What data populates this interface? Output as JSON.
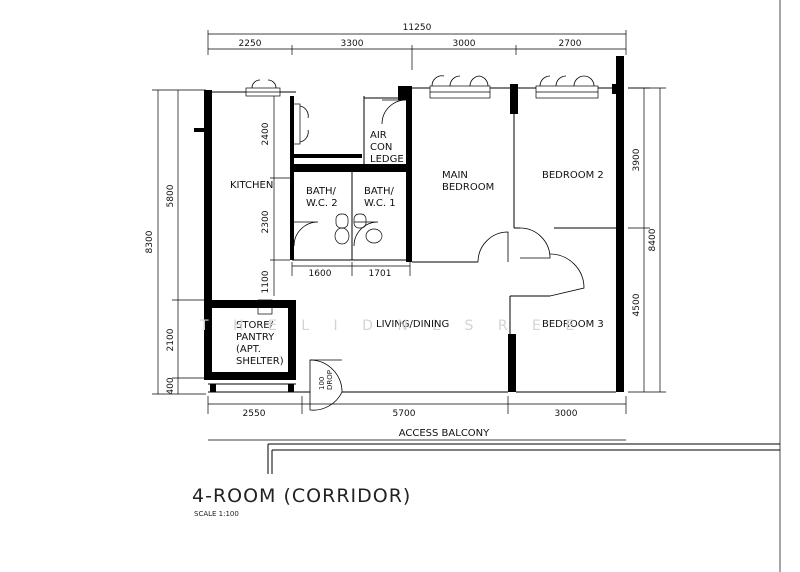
{
  "title": "4-ROOM (CORRIDOR)",
  "scale": "SCALE 1:100",
  "watermark": "T H E   L I D   N L S R E E",
  "rooms": {
    "kitchen": "KITCHEN",
    "bath2": [
      "BATH/",
      "W.C. 2"
    ],
    "bath1": [
      "BATH/",
      "W.C. 1"
    ],
    "aircon": [
      "AIR",
      "CON",
      "LEDGE"
    ],
    "main_bedroom": [
      "MAIN",
      "BEDROOM"
    ],
    "bedroom2": "BEDROOM 2",
    "bedroom3": "BEDROOM 3",
    "living": "LIVING/DINING",
    "store": [
      "STORE/",
      "PANTRY",
      "(APT.",
      "SHELTER)"
    ],
    "refuse": [
      "100",
      "DROP"
    ],
    "access_balcony": "ACCESS BALCONY"
  },
  "dimensions": {
    "overall_width": "11250",
    "top": [
      "2250",
      "3300",
      "3000",
      "2700"
    ],
    "bottom": [
      "2550",
      "5700",
      "3000"
    ],
    "left_outer": "8300",
    "left_inner": [
      "5800",
      "2100",
      "400"
    ],
    "kitchen_side": [
      "2400",
      "2300",
      "1100"
    ],
    "bath_widths": [
      "1600",
      "1701"
    ],
    "right_inner": [
      "3900",
      "4500"
    ],
    "right_outer": "8400"
  }
}
